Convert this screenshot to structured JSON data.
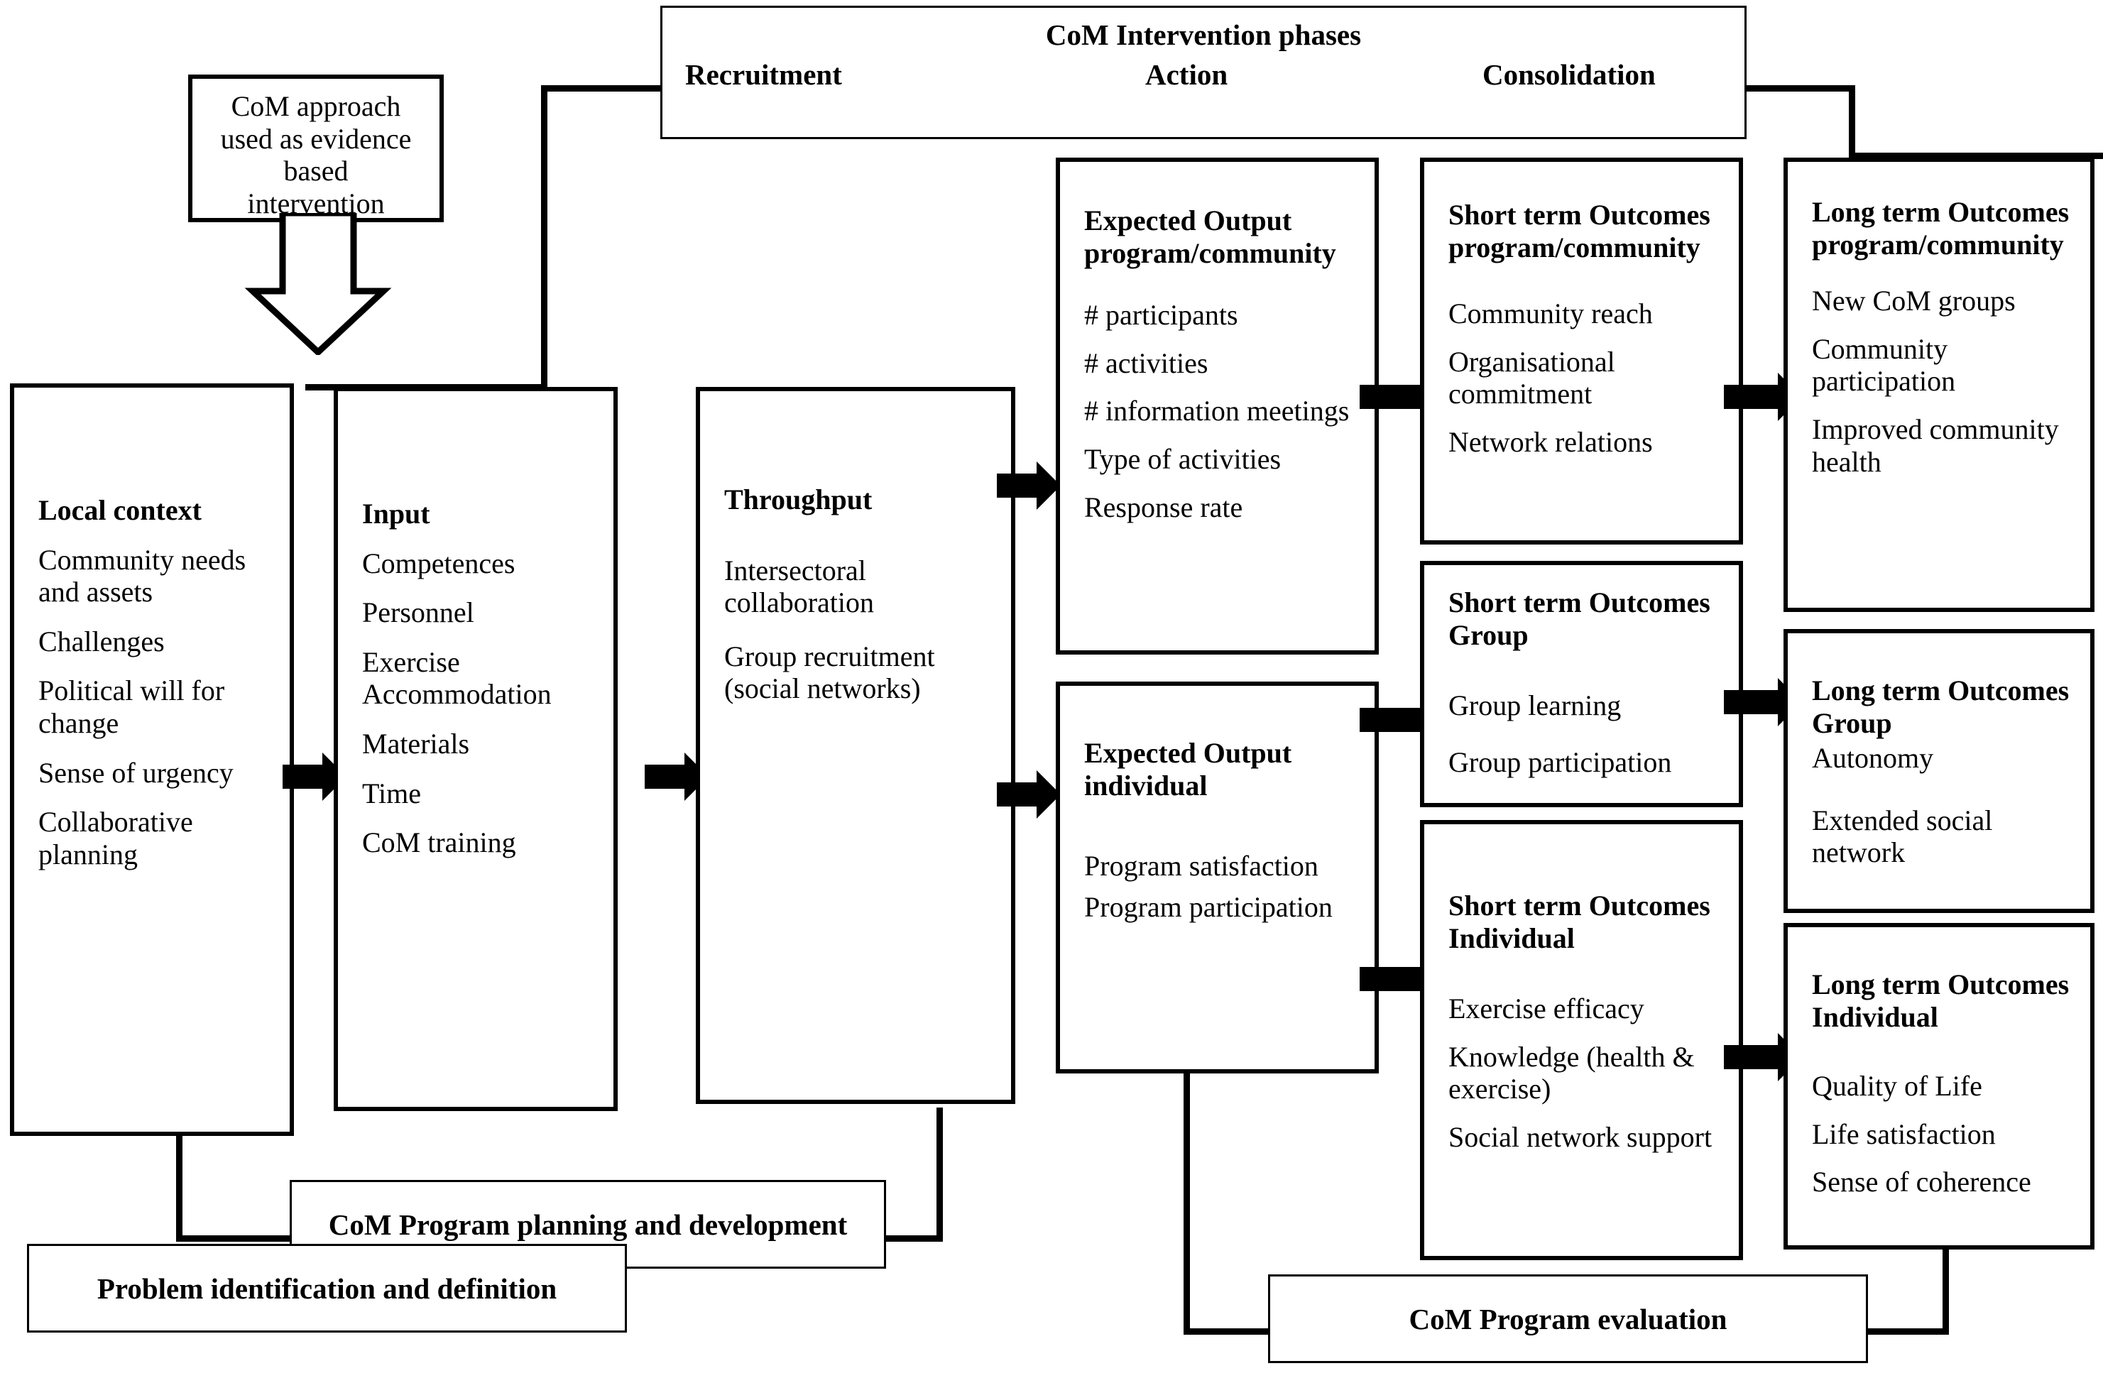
{
  "phases": {
    "title": "CoM Intervention phases",
    "labels": [
      "Recruitment",
      "Action",
      "Consolidation"
    ]
  },
  "approach_box": {
    "lines": [
      "CoM approach",
      "used as evidence",
      "based",
      "intervention"
    ]
  },
  "boxes": {
    "local_context": {
      "title": "Local context",
      "items": [
        "Community needs and assets",
        "Challenges",
        "Political will for change",
        "Sense of urgency",
        "Collaborative planning"
      ]
    },
    "input": {
      "title": "Input",
      "items": [
        "Competences",
        "Personnel",
        "Exercise Accommodation",
        "Materials",
        "Time",
        "CoM training"
      ]
    },
    "throughput": {
      "title": "Throughput",
      "items": [
        "Intersectoral collaboration",
        "Group recruitment (social networks)"
      ]
    },
    "expected_output_program": {
      "title": "Expected Output program/community",
      "items": [
        "# participants",
        "# activities",
        "# information meetings",
        "Type of activities",
        "Response rate"
      ]
    },
    "expected_output_individual": {
      "title": "Expected Output individual",
      "items": [
        "Program satisfaction",
        "Program participation"
      ]
    },
    "short_term_program": {
      "title": "Short term Outcomes program/community",
      "items": [
        "Community reach",
        "Organisational commitment",
        "Network relations"
      ]
    },
    "short_term_group": {
      "title": "Short term Outcomes Group",
      "items": [
        "Group learning",
        "Group participation"
      ]
    },
    "short_term_individual": {
      "title": "Short term Outcomes Individual",
      "items": [
        "Exercise efficacy",
        "Knowledge (health & exercise)",
        "Social network support"
      ]
    },
    "long_term_program": {
      "title": "Long term Outcomes program/community",
      "items": [
        "New CoM groups",
        "Community participation",
        "Improved community health"
      ]
    },
    "long_term_group": {
      "title": "Long term Outcomes Group",
      "items": [
        "Autonomy",
        "Extended social network"
      ]
    },
    "long_term_individual": {
      "title": "Long term Outcomes Individual",
      "items": [
        "Quality of Life",
        "Life satisfaction",
        "Sense of coherence"
      ]
    }
  },
  "banners": {
    "planning": "CoM Program planning and development",
    "problem": "Problem identification and definition",
    "evaluation": "CoM Program evaluation"
  },
  "colors": {
    "stroke": "#000000",
    "background": "#ffffff"
  }
}
